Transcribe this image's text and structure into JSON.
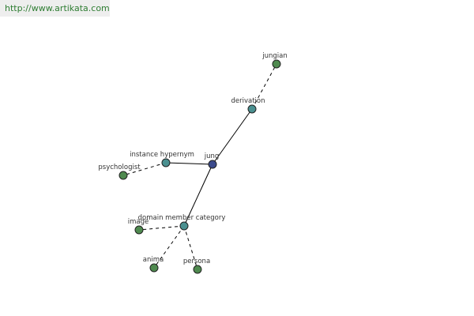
{
  "header": {
    "url": "http://www.artikata.com"
  },
  "colors": {
    "center_node": "#3b4a8c",
    "relation_node": "#4a9090",
    "leaf_node": "#4f8a4f",
    "edge": "#000000"
  },
  "graph": {
    "center": {
      "label": "jung"
    },
    "relations": {
      "derivation": {
        "label": "derivation"
      },
      "instance_hypernym": {
        "label": "instance hypernym"
      },
      "domain_member_category": {
        "label": "domain member category"
      }
    },
    "leaves": {
      "jungian": {
        "label": "jungian"
      },
      "psychologist": {
        "label": "psychologist"
      },
      "image": {
        "label": "image"
      },
      "anima": {
        "label": "anima"
      },
      "persona": {
        "label": "persona"
      }
    }
  }
}
